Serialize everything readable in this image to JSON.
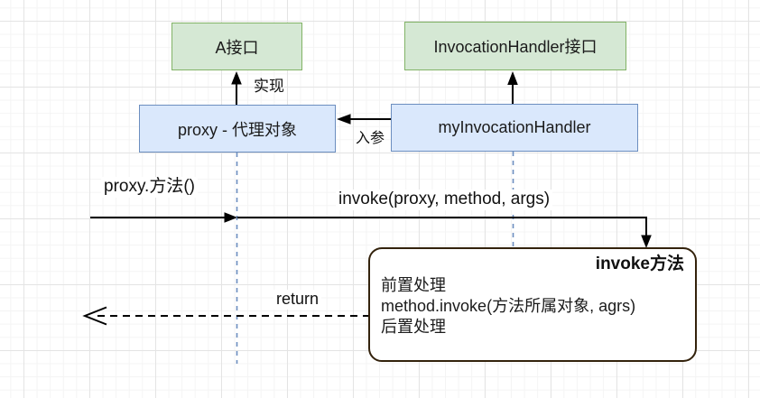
{
  "colors": {
    "interface_fill": "#d5e8d4",
    "interface_stroke": "#82b366",
    "object_fill": "#dae8fc",
    "object_stroke": "#6c8ebf",
    "lifeline": "#6c8ebf",
    "edge": "#000000",
    "invoke_box_stroke": "#33220c",
    "grid_minor": "#f4f4f4",
    "grid_major": "#e4e4e4"
  },
  "nodes": [
    {
      "id": "interface-a",
      "label": "A接口",
      "kind": "interface"
    },
    {
      "id": "interface-invocation-handler",
      "label": "InvocationHandler接口",
      "kind": "interface"
    },
    {
      "id": "proxy-object",
      "label": "proxy - 代理对象",
      "kind": "object"
    },
    {
      "id": "my-invocation-handler",
      "label": "myInvocationHandler",
      "kind": "object"
    }
  ],
  "edges": [
    {
      "id": "proxy-implements",
      "label": "实现"
    },
    {
      "id": "handler-implements",
      "label": ""
    },
    {
      "id": "input-arg",
      "label": "入参"
    },
    {
      "id": "proxy-method-call",
      "label": "proxy.方法()"
    },
    {
      "id": "invoke-call",
      "label": "invoke(proxy, method, args)"
    },
    {
      "id": "return-message",
      "label": "return"
    }
  ],
  "invoke_box": {
    "title": "invoke方法",
    "lines": [
      "前置处理",
      "method.invoke(方法所属对象, agrs)",
      "后置处理"
    ]
  }
}
